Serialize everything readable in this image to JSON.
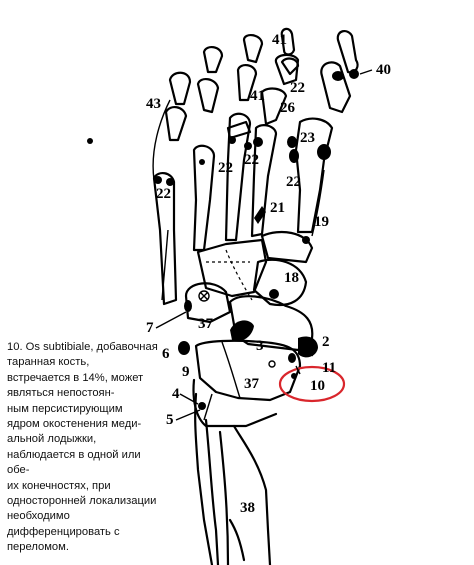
{
  "labels": {
    "l40": "40",
    "l41a": "41",
    "l22a": "22",
    "l43": "43",
    "l41b": "41",
    "l26": "26",
    "l23": "23",
    "l22b": "22",
    "l22c": "22",
    "l22d": "22",
    "l22e": "22",
    "l21": "21",
    "l19": "19",
    "l18": "18",
    "l7": "7",
    "l37a": "37",
    "l2": "2",
    "l6": "6",
    "l3": "3",
    "l9": "9",
    "l11": "11",
    "l37b": "37",
    "l10": "10",
    "l4": "4",
    "l5": "5",
    "l38": "38"
  },
  "highlight_color": "#d9262c",
  "caption": [
    "10. Os subtibiale, добавочная",
    "таранная кость,",
    "встречается в 14%, может",
    "являться непостоян-",
    "ным персистирующим",
    "ядром окостенения меди-",
    "альной лодыжки,",
    "наблюдается в одной или",
    "обе-",
    "их конечностях, при",
    "односторонней локализации",
    "необходимо",
    "дифференцировать с",
    "переломом."
  ]
}
